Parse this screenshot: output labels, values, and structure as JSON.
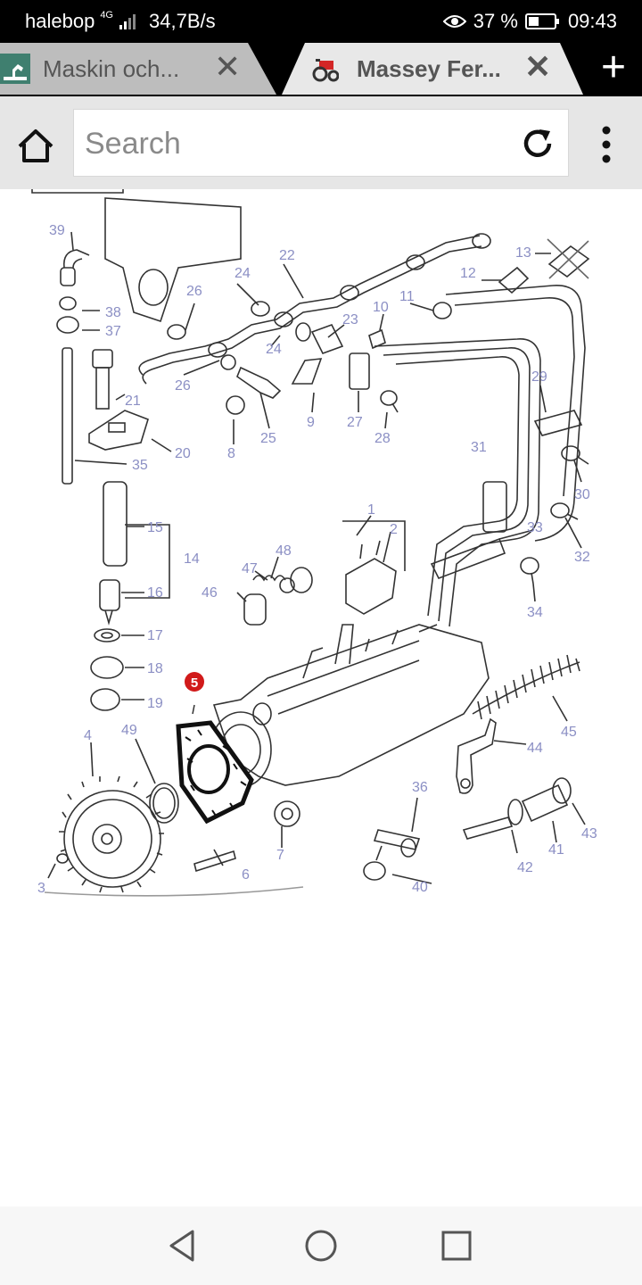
{
  "status_bar": {
    "carrier": "halebop",
    "network": "4G",
    "speed": "34,7B/s",
    "battery": "37 %",
    "time": "09:43"
  },
  "tabs": [
    {
      "title": "Maskin och...",
      "favicon": "excavator-icon",
      "active": false
    },
    {
      "title": "Massey Fer...",
      "favicon": "tractor-icon",
      "active": true
    }
  ],
  "toolbar": {
    "search_placeholder": "Search"
  },
  "diagram": {
    "highlighted_label": "5",
    "part_labels": [
      "1",
      "2",
      "3",
      "4",
      "5",
      "6",
      "7",
      "8",
      "9",
      "10",
      "11",
      "12",
      "13",
      "14",
      "15",
      "16",
      "17",
      "18",
      "19",
      "20",
      "21",
      "22",
      "23",
      "24",
      "24",
      "25",
      "26",
      "26",
      "27",
      "28",
      "29",
      "30",
      "31",
      "32",
      "33",
      "34",
      "35",
      "36",
      "37",
      "38",
      "39",
      "40",
      "41",
      "42",
      "43",
      "44",
      "45",
      "46",
      "47",
      "48",
      "49"
    ]
  },
  "colors": {
    "label_color": "#8b8fc4",
    "highlight_color": "#d11a1a",
    "tab_active_bg": "#e8e8e8",
    "tab_inactive_bg": "#bdbdbd",
    "toolbar_bg": "#e6e6e6"
  }
}
